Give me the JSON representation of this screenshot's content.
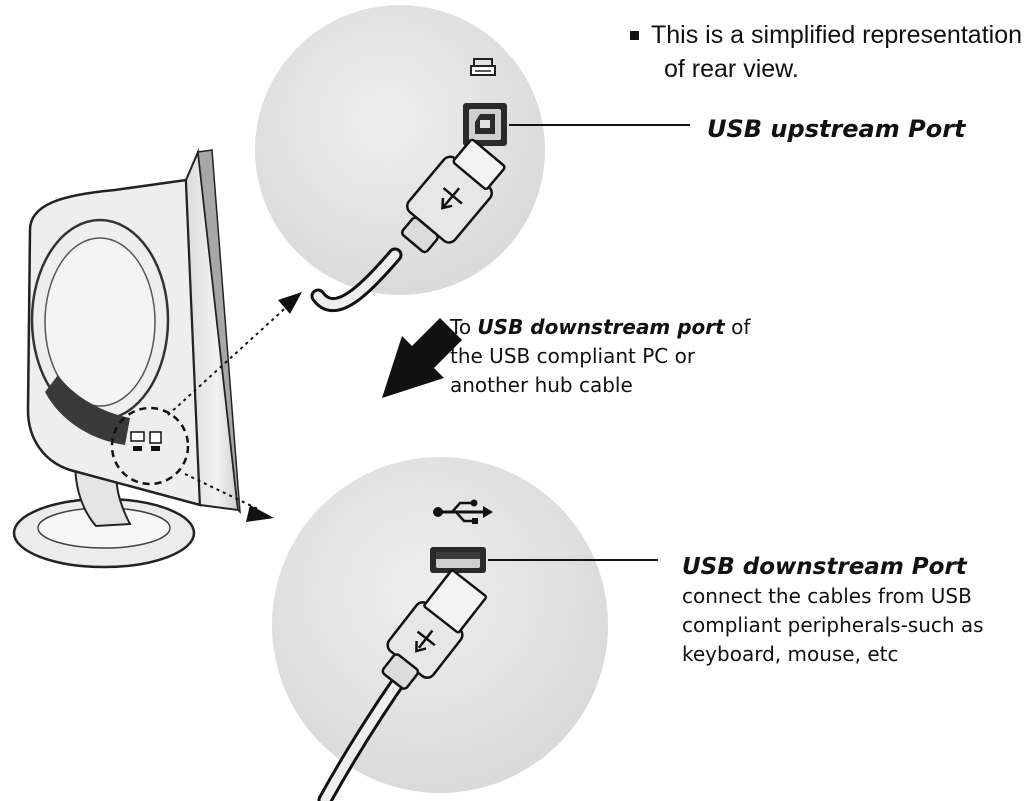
{
  "note": {
    "line1": "This is a simplified representation",
    "line2": "of rear view."
  },
  "upstream": {
    "label": "USB upstream Port"
  },
  "connection": {
    "prefix": "To ",
    "emphasis": "USB downstream port",
    "suffix": " of",
    "line2": "the USB compliant PC or",
    "line3": "another hub cable"
  },
  "downstream": {
    "title": "USB downstream Port",
    "line1": "connect the cables from USB",
    "line2": "compliant peripherals-such as",
    "line3": "keyboard, mouse, etc"
  },
  "icons": {
    "upstream_symbol": "printer-icon",
    "downstream_symbol": "usb-trident-icon",
    "direction": "arrow-down-left-icon"
  },
  "colors": {
    "circle_fill": "#e6e6e6",
    "monitor_back": "#e9e9e9",
    "ink": "#111111",
    "accent_band": "#3a3a3a"
  }
}
